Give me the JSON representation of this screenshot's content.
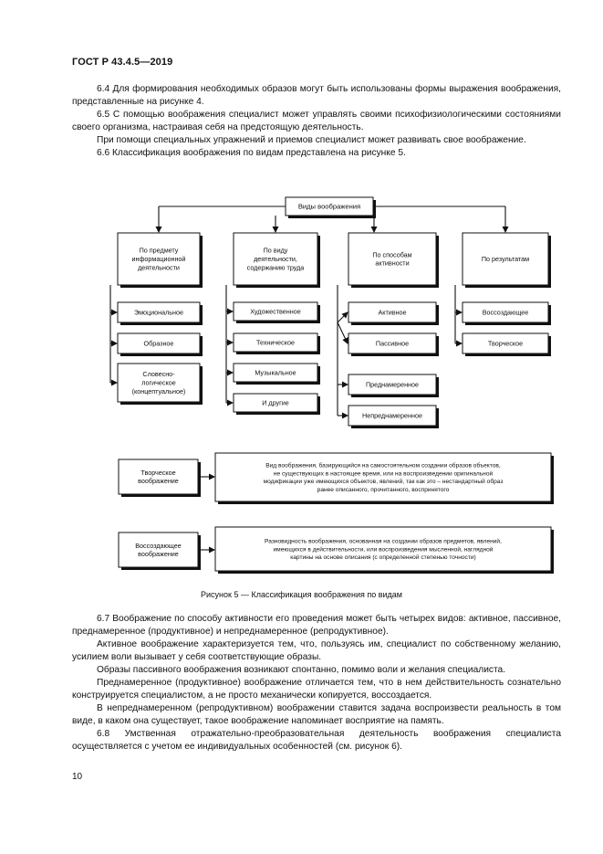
{
  "header": {
    "title": "ГОСТ Р 43.4.5—2019"
  },
  "top_paragraphs": [
    "6.4 Для формирования необходимых образов могут быть использованы формы выражения воображения, представленные на рисунке 4.",
    "6.5 С помощью воображения специалист может управлять своими психофизиологическими состояниями своего организма, настраивая себя на предстоящую деятельность.",
    "При помощи специальных упражнений и приемов специалист может развивать свое воображение.",
    "6.6 Классификация воображения по видам представлена на рисунке 5."
  ],
  "diagram": {
    "root": "Виды воображения",
    "categories": [
      {
        "title": [
          "По предмету",
          "информационной",
          "деятельности"
        ],
        "items": [
          [
            "Эмоциональное"
          ],
          [
            "Образное"
          ],
          [
            "Словесно-",
            "логическое",
            "(концептуальное)"
          ]
        ]
      },
      {
        "title": [
          "По виду",
          "деятельности,",
          "содержанию труда"
        ],
        "items": [
          [
            "Художественное"
          ],
          [
            "Техническое"
          ],
          [
            "Музыкальное"
          ],
          [
            "И другие"
          ]
        ]
      },
      {
        "title": [
          "По способам",
          "активности"
        ],
        "items": [
          [
            "Активное"
          ],
          [
            "Пассивное"
          ],
          [
            "Преднамеренное"
          ],
          [
            "Непреднамеренное"
          ]
        ]
      },
      {
        "title": [
          "По результатам"
        ],
        "items": [
          [
            "Воссоздающее"
          ],
          [
            "Творческое"
          ]
        ]
      }
    ],
    "definitions": [
      {
        "term": [
          "Творческое",
          "воображение"
        ],
        "text": [
          "Вид воображения, базирующийся на самостоятельном создании образов объектов,",
          "не существующих в настоящее время, или на воспроизведении оригинальной",
          "модификации уже имеющихся объектов, явлений, так как это – нестандартный образ",
          "ранее описанного, прочитанного, воспринятого"
        ]
      },
      {
        "term": [
          "Воссоздающее",
          "воображение"
        ],
        "text": [
          "Разновидность воображения, основанная на создании образов предметов, явлений,",
          "имеющихся в действительности, или воспроизведения мысленной, наглядной",
          "картины на основе описания (с определенной степенью точности)"
        ]
      }
    ]
  },
  "caption": "Рисунок 5 — Классификация воображения по видам",
  "bottom_paragraphs": [
    "6.7 Воображение по способу активности его проведения может быть четырех видов: активное, пассивное, преднамеренное (продуктивное) и непреднамеренное (репродуктивное).",
    "Активное воображение характеризуется тем, что, пользуясь им, специалист по собственному желанию, усилием воли вызывает у себя соответствующие образы.",
    "Образы пассивного воображения возникают спонтанно, помимо воли и желания специалиста.",
    "Преднамеренное (продуктивное) воображение отличается тем, что в нем действительность сознательно конструируется специалистом, а не просто механически копируется, воссоздается.",
    "В непреднамеренном (репродуктивном) воображении ставится задача воспроизвести реальность в том виде, в каком она существует, такое воображение напоминает восприятие на память.",
    "6.8 Умственная отражательно-преобразовательная деятельность воображения специалиста осуществляется с учетом ее индивидуальных особенностей (см. рисунок 6)."
  ],
  "page_number": "10"
}
